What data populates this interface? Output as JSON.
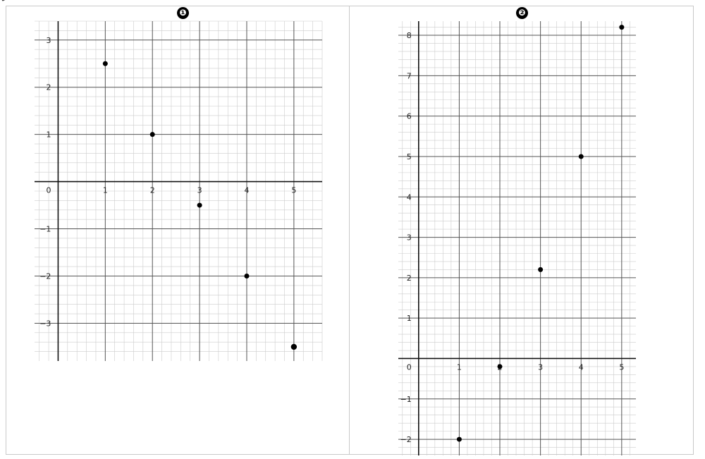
{
  "panels": [
    {
      "label": "1",
      "glyph": "❶"
    },
    {
      "label": "2",
      "glyph": "❷"
    }
  ],
  "colors": {
    "grid_minor": "#cccccc",
    "grid_major": "#555555",
    "axis": "#111111",
    "point": "#000000",
    "frame": "#c8c8c8"
  },
  "chart_data": [
    {
      "type": "scatter",
      "title": "",
      "xlabel": "",
      "ylabel": "",
      "xlim": [
        -0.5,
        5.6
      ],
      "ylim": [
        -3.8,
        3.4
      ],
      "x_ticks": [
        1,
        2,
        3,
        4,
        5
      ],
      "y_ticks": [
        -3,
        -2,
        -1,
        0,
        1,
        2,
        3
      ],
      "grid": true,
      "minor_per_unit": 5,
      "x": [
        1,
        2,
        3,
        4,
        5
      ],
      "y": [
        2.5,
        1,
        -0.5,
        -2,
        -3.5
      ],
      "marker_r": [
        3.5,
        3.5,
        3.5,
        3.5,
        4.2
      ]
    },
    {
      "type": "scatter",
      "title": "",
      "xlabel": "",
      "ylabel": "",
      "xlim": [
        -0.5,
        5.35
      ],
      "ylim": [
        -2.4,
        8.35
      ],
      "x_ticks": [
        1,
        2,
        3,
        4,
        5
      ],
      "y_ticks": [
        -2,
        -1,
        0,
        1,
        2,
        3,
        4,
        5,
        6,
        7,
        8
      ],
      "grid": true,
      "minor_per_unit": 5,
      "x": [
        1,
        2,
        3,
        4,
        5
      ],
      "y": [
        -2,
        -0.2,
        2.2,
        5,
        8.2
      ],
      "marker_r": [
        3.5,
        3.5,
        3.5,
        3.5,
        3.5
      ]
    }
  ]
}
